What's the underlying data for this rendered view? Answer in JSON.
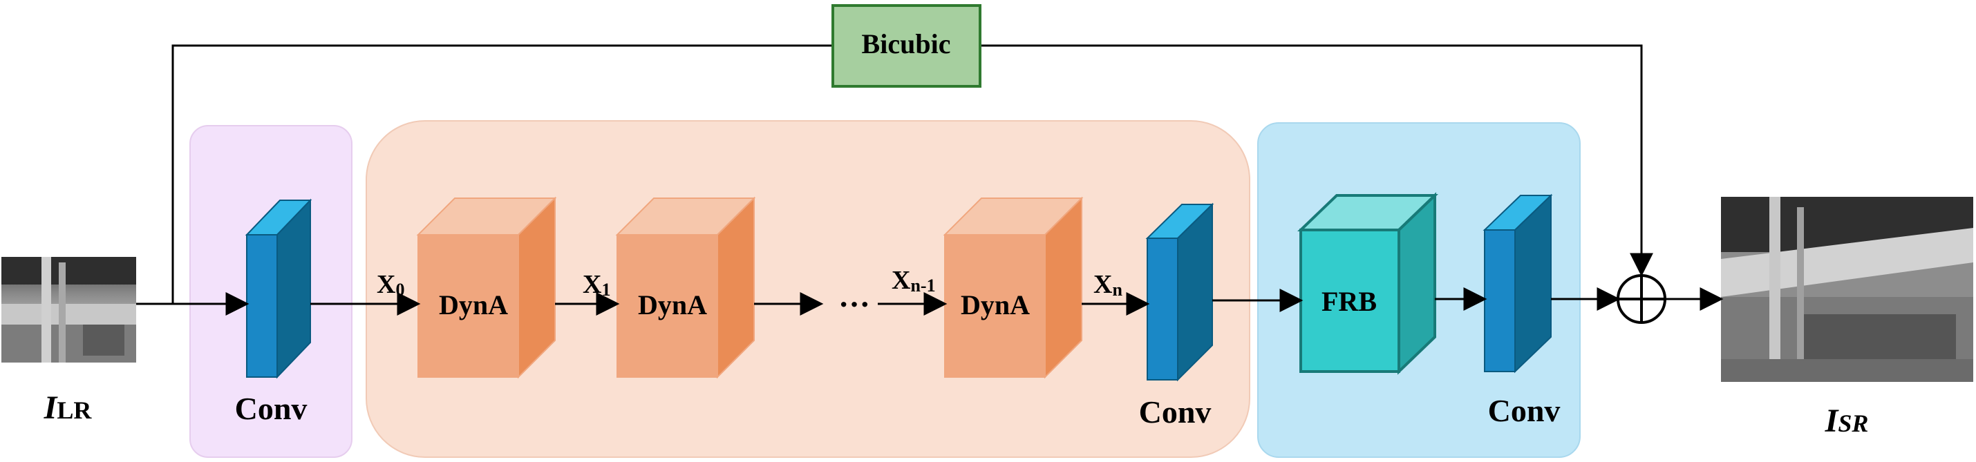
{
  "diagram": {
    "bicubic_label": "Bicubic",
    "input": {
      "symbol": "I",
      "subscript": "LR"
    },
    "output": {
      "symbol": "I",
      "subscript": "SR"
    },
    "conv_labels": {
      "first": "Conv",
      "second": "Conv",
      "third": "Conv"
    },
    "dyna_label": "DynA",
    "frb_label": "FRB",
    "ellipsis": "···",
    "features": {
      "x0": {
        "base": "X",
        "sub": "0"
      },
      "x1": {
        "base": "X",
        "sub": "1"
      },
      "xn1": {
        "base": "X",
        "sub": "n-1"
      },
      "xn": {
        "base": "X",
        "sub": "n"
      }
    },
    "colors": {
      "conv_panel": "#f3e2fb",
      "dyna_panel": "#fae0d2",
      "frb_panel": "#bfe6f7",
      "bicubic_fill": "#a6cf9f",
      "bicubic_border": "#2f7a2f",
      "conv_front": "#1a88c6",
      "conv_side": "#0e6890",
      "conv_top": "#33b8e8",
      "dyna_front": "#f0a67e",
      "dyna_side": "#ea8c55",
      "dyna_top": "#f6c7ac",
      "frb_front": "#33cccc",
      "frb_side": "#26a6a6",
      "frb_top": "#85e0e0",
      "frb_border": "#187a78"
    }
  }
}
